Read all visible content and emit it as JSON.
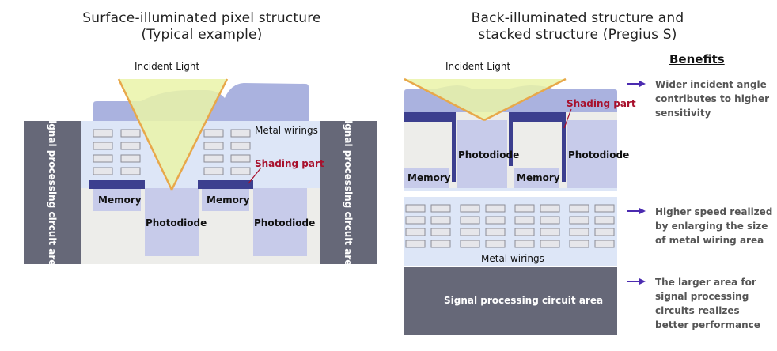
{
  "left_panel": {
    "title_line1": "Surface-illuminated pixel structure",
    "title_line2": "(Typical example)",
    "incident_light": "Incident Light",
    "metal_wirings": "Metal wirings",
    "shading_part": "Shading part",
    "memory": "Memory",
    "photodiode": "Photodiode",
    "signal_area": "Signal processing circuit area"
  },
  "right_panel": {
    "title_line1": "Back-illuminated structure and",
    "title_line2": "stacked structure (Pregius S)",
    "incident_light": "Incident Light",
    "shading_part": "Shading part",
    "photodiode": "Photodiode",
    "memory": "Memory",
    "metal_wirings": "Metal wirings",
    "signal_area": "Signal processing circuit area"
  },
  "benefits": {
    "title": "Benefits",
    "items": [
      {
        "line1": "Wider incident angle",
        "line2": "contributes to higher",
        "line3": "sensitivity"
      },
      {
        "line1": "Higher speed realized",
        "line2": "by enlarging the size",
        "line3": "of metal wiring area"
      },
      {
        "line1": "The larger area for",
        "line2": "signal processing",
        "line3": "circuits realizes",
        "line4": "better performance"
      }
    ]
  },
  "colors": {
    "light_blue_bg": "#dde6f7",
    "silicon_bg": "#ededea",
    "lens": "#aab2df",
    "photodiode": "#c7cbea",
    "shade": "#3c3f8f",
    "signal_area": "#666878",
    "light_cone": "#eaf3a8",
    "light_edge": "#e8a84a",
    "shading_red": "#a8102c",
    "arrow": "#4b2bb0"
  }
}
